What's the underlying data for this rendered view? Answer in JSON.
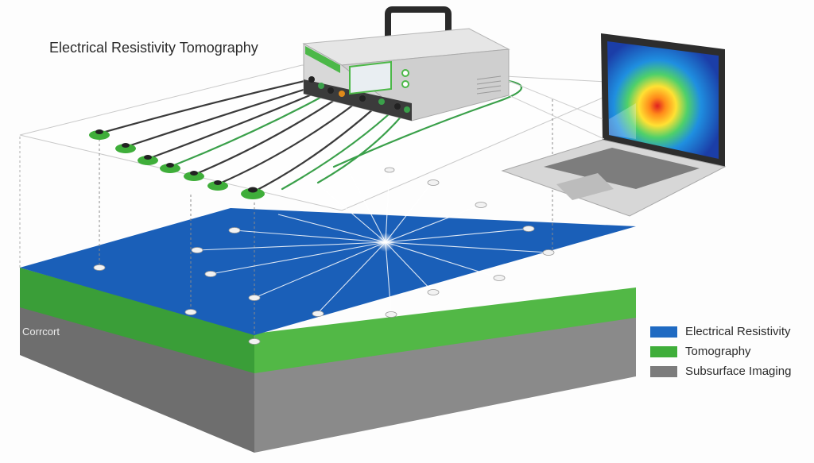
{
  "diagram": {
    "title": "Electrical Resistivity Tomography",
    "side_label": "Corrcort",
    "device_label_1": "",
    "device_label_2": "",
    "legend": [
      {
        "label": "Electrical Resistivity",
        "color": "#1f6ac2"
      },
      {
        "label": "Tomography",
        "color": "#3fae3a"
      },
      {
        "label": "Subsurface Imaging",
        "color": "#7c7c7c"
      }
    ],
    "colors": {
      "top_layer": "#1a5fb8",
      "middle_layer": "#3fae3a",
      "bottom_layer": "#7c7c7c",
      "cable_green": "#3aa04a",
      "cable_dark": "#3a3a3a"
    },
    "icons": [
      "resistivity-meter-icon",
      "laptop-icon",
      "electrode-icon"
    ]
  }
}
